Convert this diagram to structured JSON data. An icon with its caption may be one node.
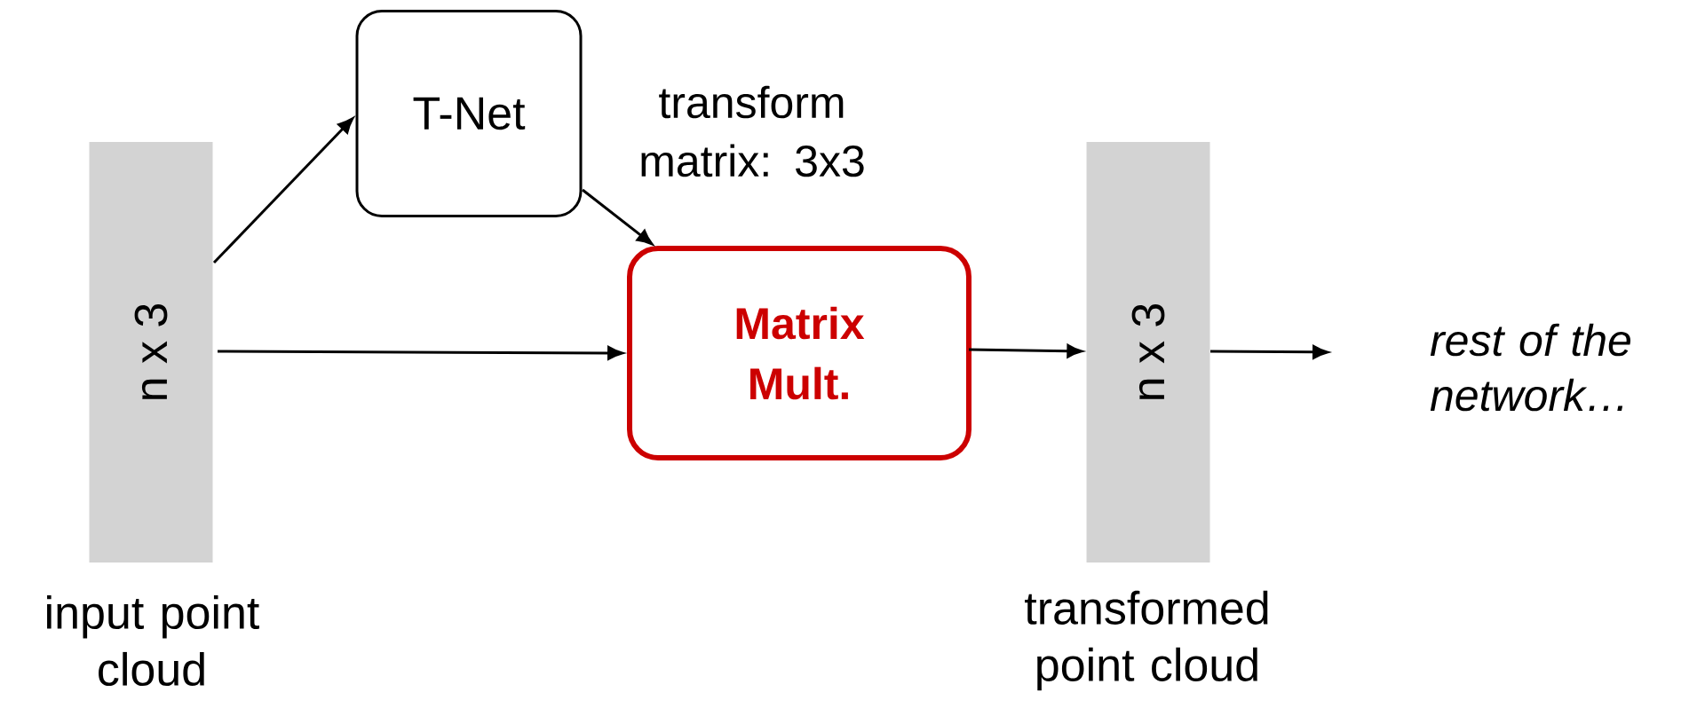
{
  "diagram": {
    "nodes": [
      {
        "text": [
          "n x 3"
        ],
        "beside": [
          "input point cloud"
        ]
      },
      {
        "text": [
          "T-Net"
        ]
      },
      {
        "text": [
          "Matrix Mult."
        ]
      },
      {
        "text": [
          "n x 3"
        ],
        "beside": [
          "transformed point cloud"
        ]
      },
      {
        "text": [
          "rest of the network…"
        ]
      }
    ],
    "edges": [
      {
        "from": 0,
        "to": 1,
        "arrow": "to"
      },
      {
        "from": 0,
        "to": 2,
        "arrow": "to"
      },
      {
        "from": 1,
        "to": 2,
        "arrow": "to",
        "label": "transform matrix: 3x3"
      },
      {
        "from": 2,
        "to": 3,
        "arrow": "to"
      },
      {
        "from": 3,
        "to": 4,
        "arrow": "to"
      }
    ]
  }
}
